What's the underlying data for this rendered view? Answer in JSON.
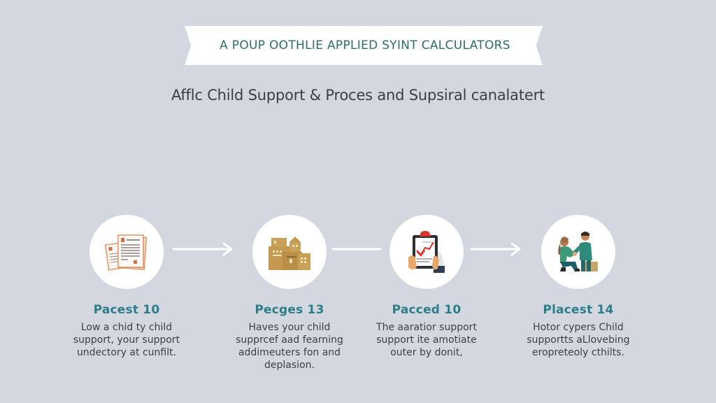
{
  "banner": {
    "title": "A POUP OOTHLIE APPLIED SYINT CALCULATORS"
  },
  "subtitle": "Afflc Child Support & Proces and Supsiral canalatert",
  "colors": {
    "background": "#d3d7e0",
    "banner_bg": "#ffffff",
    "banner_text": "#2f6b6b",
    "step_title": "#2d7e8a",
    "body_text": "#3c3f46",
    "arrow": "#ffffff"
  },
  "steps": [
    {
      "icon": "documents-icon",
      "title": "Pacest 10",
      "description": "Low a chid ty child support, your support undectory at cunfilt."
    },
    {
      "icon": "buildings-icon",
      "title": "Pecges 13",
      "description": "Haves your child supprcef aad fearning addimeuters fon and deplasion."
    },
    {
      "icon": "clipboard-chart-icon",
      "title": "Pacced 10",
      "description": "The aaratior support support ite amotiate outer by donit,"
    },
    {
      "icon": "handshake-people-icon",
      "title": "Placest 14",
      "description": "Hotor cypers Child supportts aLlovebing eropreteoly cthilts."
    }
  ],
  "connectors": [
    {
      "type": "arrow",
      "from": 0,
      "to": 1
    },
    {
      "type": "line",
      "from": 1,
      "to": 2
    },
    {
      "type": "arrow",
      "from": 2,
      "to": 3
    }
  ]
}
